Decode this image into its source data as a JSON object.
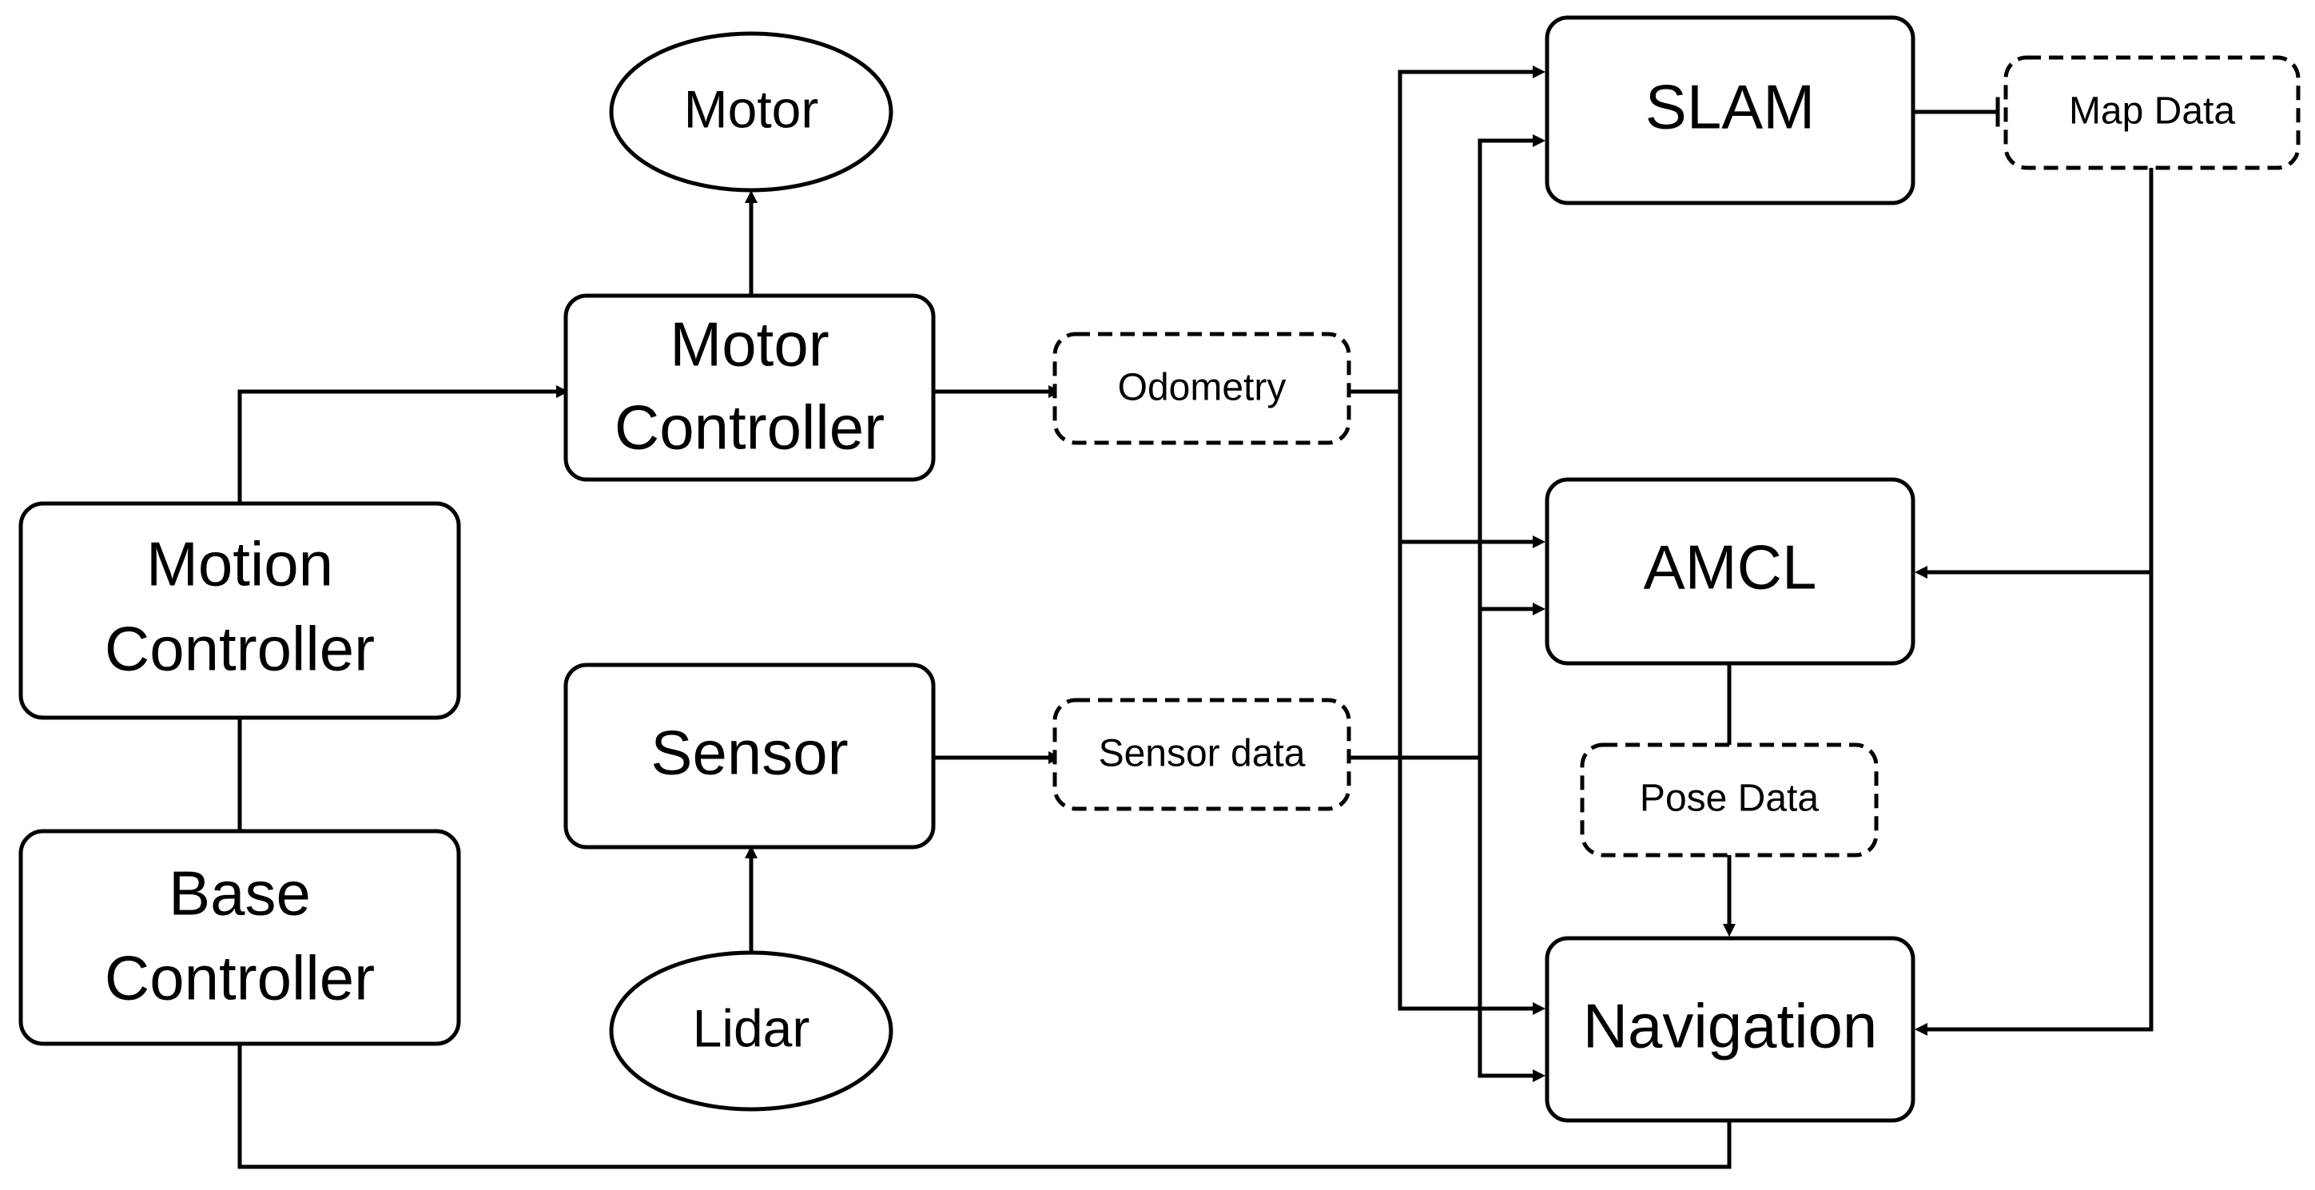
{
  "nodes": {
    "motor": "Motor",
    "motor_controller": [
      "Motor",
      "Controller"
    ],
    "motion_controller": [
      "Motion",
      "Controller"
    ],
    "base_controller": [
      "Base",
      "Controller"
    ],
    "sensor": "Sensor",
    "lidar": "Lidar",
    "slam": "SLAM",
    "amcl": "AMCL",
    "navigation": "Navigation"
  },
  "data": {
    "odometry": "Odometry",
    "sensor_data": "Sensor data",
    "map_data": "Map Data",
    "pose_data": "Pose Data"
  }
}
